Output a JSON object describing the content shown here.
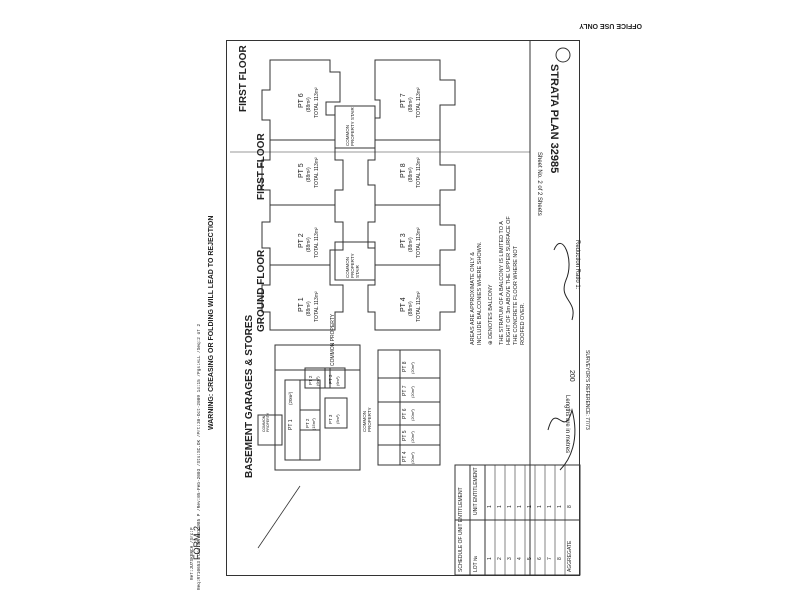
{
  "side_text": {
    "warning": "WARNING: CREASING OR FOLDING WILL LEAD TO REJECTION",
    "form": "FORM 2",
    "office_use": "OFFICE USE ONLY",
    "footer": "Req:R710653 /Doc:SP 0032985 P /Rev:05-Feb-2003 /Sts:SC.OK /Prt:30-Oct-2009 14:15 /Pgs:ALL /Seq:2 of 2",
    "footer2": "Ref:JU7SKENCH /Src:P"
  },
  "sheet": {
    "sheet_no": "Sheet No. 2 of 2 Sheets",
    "plan_title": "STRATA PLAN 32985",
    "lengths": "Lengths are in metres",
    "reduction_label": "Reduction Ratio 1:",
    "reduction_value": "200",
    "surveyor_ref": "SURVEYOR'S REFERENCE: 77/73"
  },
  "sections": {
    "basement": "BASEMENT GARAGES & STORES",
    "ground": "GROUND FLOOR",
    "first": "FIRST FLOOR"
  },
  "basement_labels": {
    "common_property": "COMMON PROPERTY",
    "common_property_2": "COMMON PROPERTY",
    "common_property_small": "COMMON PROPERTY",
    "pt1": "PT 1",
    "pt1_area": "(20m²)",
    "pt2a": "PT 2",
    "pt2a_area": "(15m²)",
    "pt2b": "PT 2",
    "pt2b_area": "(6m²)",
    "pt3a": "PT 3",
    "pt3a_area": "(6m²)",
    "pt3b": "PT 3",
    "pt3b_area": "(5m²)",
    "pt4": "PT 4",
    "pt4_area": "(20m²)",
    "pt5": "PT 5",
    "pt5_area": "(20m²)",
    "pt6": "PT 6",
    "pt6_area": "(20m²)",
    "pt7": "PT 7",
    "pt7_area": "(20m²)",
    "pt8": "PT 8",
    "pt8_area": "(20m²)"
  },
  "ground_labels": {
    "stair": "COMMON PROPERTY STAIR",
    "u1": "PT 1",
    "u1_area": "(88m²)",
    "u1_total": "TOTAL 113m²",
    "u2": "PT 2",
    "u2_area": "(88m²)",
    "u2_total": "TOTAL 113m²",
    "u3": "PT 3",
    "u3_area": "(88m²)",
    "u3_total": "TOTAL 113m²",
    "u4": "PT 4",
    "u4_area": "(88m²)",
    "u4_total": "TOTAL 113m²"
  },
  "first_labels": {
    "stair": "COMMON PROPERTY STAIR",
    "u5": "PT 5",
    "u5_area": "(88m²)",
    "u5_total": "TOTAL 113m²",
    "u6": "PT 6",
    "u6_area": "(88m²)",
    "u6_total": "TOTAL 113m²",
    "u7": "PT 7",
    "u7_area": "(88m²)",
    "u7_total": "TOTAL 113m²",
    "u8": "PT 8",
    "u8_area": "(88m²)",
    "u8_total": "TOTAL 113m²"
  },
  "notes": {
    "n1": "AREAS ARE APPROXIMATE ONLY &",
    "n2": "INCLUDE BALCONIES WHERE SHOWN.",
    "n3": "⊕ DENOTES BALCONY",
    "n4": "THE STRATUM OF A BALCONY IS LIMITED TO A",
    "n5": "HEIGHT OF 3m ABOVE THE UPPER SURFACE OF",
    "n6": "THE CONCRETE FLOOR WHERE NOT",
    "n7": "ROOFED OVER."
  },
  "schedule": {
    "title": "SCHEDULE OF UNIT ENTITLEMENT",
    "col_lot": "LOT №",
    "col_ent": "UNIT ENTITLEMENT",
    "rows": [
      {
        "lot": "1",
        "ent": "1"
      },
      {
        "lot": "2",
        "ent": "1"
      },
      {
        "lot": "3",
        "ent": "1"
      },
      {
        "lot": "4",
        "ent": "1"
      },
      {
        "lot": "5",
        "ent": "1"
      },
      {
        "lot": "6",
        "ent": "1"
      },
      {
        "lot": "7",
        "ent": "1"
      },
      {
        "lot": "8",
        "ent": "1"
      }
    ],
    "aggregate_label": "AGGREGATE",
    "aggregate_value": "8"
  },
  "colors": {
    "ink": "#222222",
    "paper": "#ffffff"
  }
}
